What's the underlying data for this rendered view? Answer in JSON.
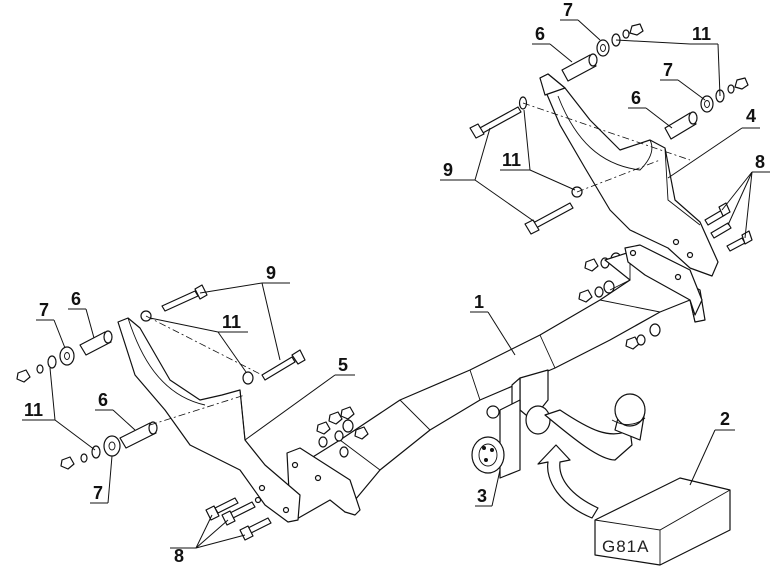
{
  "callouts": {
    "c1": "1",
    "c2": "2",
    "c3": "3",
    "c4": "4",
    "c5": "5",
    "c6a": "6",
    "c6b": "6",
    "c6c": "6",
    "c6d": "6",
    "c7a": "7",
    "c7b": "7",
    "c7c": "7",
    "c7d": "7",
    "c8a": "8",
    "c8b": "8",
    "c9a": "9",
    "c9b": "9",
    "c11a": "11",
    "c11b": "11",
    "c11c": "11",
    "c11d": "11"
  },
  "package": {
    "code": "G81A"
  }
}
